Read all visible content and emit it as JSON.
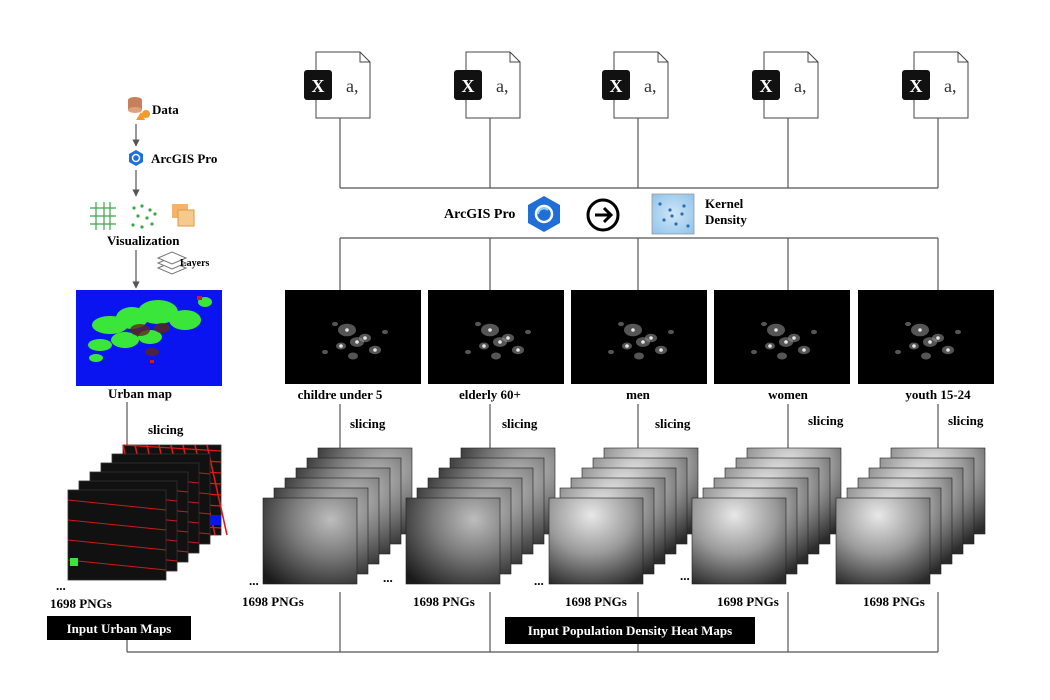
{
  "left_flow": {
    "data_label": "Data",
    "arcgis_label": "ArcGIS Pro",
    "visualization_label": "Visualization",
    "layers_label": "Layers",
    "urban_map_label": "Urban map",
    "slicing_label": "slicing",
    "ellipsis": "...",
    "count_label": "1698 PNGs",
    "banner_label": "Input Urban Maps"
  },
  "top_row": {
    "file_glyph": "X",
    "file_suffix": "a,",
    "file_count": 5
  },
  "processing": {
    "arcgis_label": "ArcGIS Pro",
    "kernel_label_line1": "Kernel",
    "kernel_label_line2": "Density"
  },
  "groups": [
    {
      "label": "childre under 5",
      "slicing": "slicing",
      "count": "1698 PNGs",
      "ellipsis": "..."
    },
    {
      "label": "elderly 60+",
      "slicing": "slicing",
      "count": "1698 PNGs",
      "ellipsis": "..."
    },
    {
      "label": "men",
      "slicing": "slicing",
      "count": "1698 PNGs",
      "ellipsis": "..."
    },
    {
      "label": "women",
      "slicing": "slicing",
      "count": "1698 PNGs",
      "ellipsis": "..."
    },
    {
      "label": "youth 15-24",
      "slicing": "slicing",
      "count": "1698 PNGs",
      "ellipsis": ""
    }
  ],
  "bottom_banner": "Input Population Density Heat Maps",
  "colors": {
    "urban_blue": "#0a14f0",
    "urban_green": "#3ae63a",
    "arcgis_blue": "#1f6fd6",
    "banner_bg": "#000000"
  }
}
